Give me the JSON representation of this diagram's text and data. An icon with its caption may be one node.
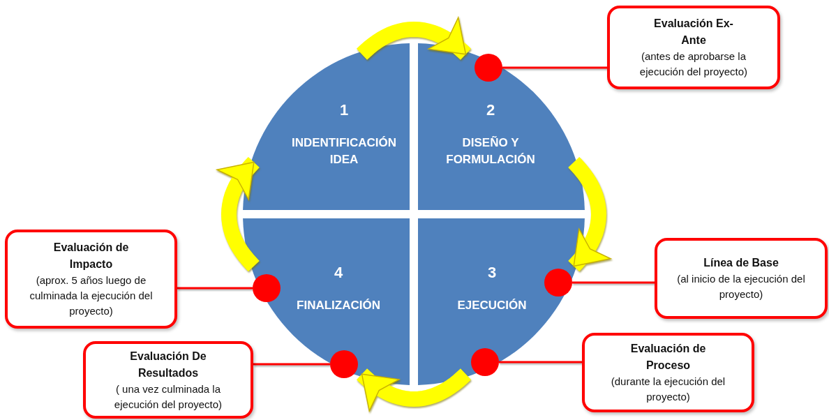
{
  "diagram": {
    "nodes": [
      {
        "text": [
          "1",
          "INDENTIFICACIÓN IDEA"
        ]
      },
      {
        "text": [
          "2",
          "DISEÑO Y FORMULACIÓN"
        ]
      },
      {
        "text": [
          "3",
          "EJECUCIÓN"
        ]
      },
      {
        "text": [
          "4",
          "FINALIZACIÓN"
        ]
      },
      {
        "text": [
          "Evaluación Ex-Ante",
          "(antes de aprobarse la ejecución del proyecto)"
        ]
      },
      {
        "text": [],
        "shape": "circle",
        "in": 1
      },
      {
        "text": [
          "Línea de Base",
          "(al inicio de la ejecución del proyecto)"
        ]
      },
      {
        "text": [],
        "shape": "circle",
        "in": 2
      },
      {
        "text": [
          "Evaluación de Impacto",
          "(aprox. 5 años luego de culminada la ejecución del proyecto)"
        ]
      },
      {
        "text": [],
        "shape": "circle",
        "in": 3
      },
      {
        "text": [
          "Evaluación De Resultados",
          "( una vez culminada la ejecución del proyecto)"
        ]
      },
      {
        "text": [],
        "shape": "circle",
        "in": 3
      },
      {
        "text": [
          "Evaluación de Proceso",
          "(durante la ejecución del proyecto)"
        ]
      },
      {
        "text": [],
        "shape": "circle",
        "in": 2
      }
    ],
    "edges": [
      {
        "from": 0,
        "to": 1,
        "arrow": "to",
        "style": "thick",
        "color": "#ffff00"
      },
      {
        "from": 1,
        "to": 2,
        "arrow": "to",
        "style": "thick",
        "color": "#ffff00"
      },
      {
        "from": 2,
        "to": 3,
        "arrow": "to",
        "style": "thick",
        "color": "#ffff00"
      },
      {
        "from": 3,
        "to": 0,
        "arrow": "to",
        "style": "thick",
        "color": "#ffff00"
      },
      {
        "from": 4,
        "to": 5,
        "arrow": "none"
      },
      {
        "from": 6,
        "to": 7,
        "arrow": "none"
      },
      {
        "from": 8,
        "to": 9,
        "arrow": "none"
      },
      {
        "from": 10,
        "to": 11,
        "arrow": "none"
      },
      {
        "from": 12,
        "to": 13,
        "arrow": "none"
      }
    ]
  }
}
